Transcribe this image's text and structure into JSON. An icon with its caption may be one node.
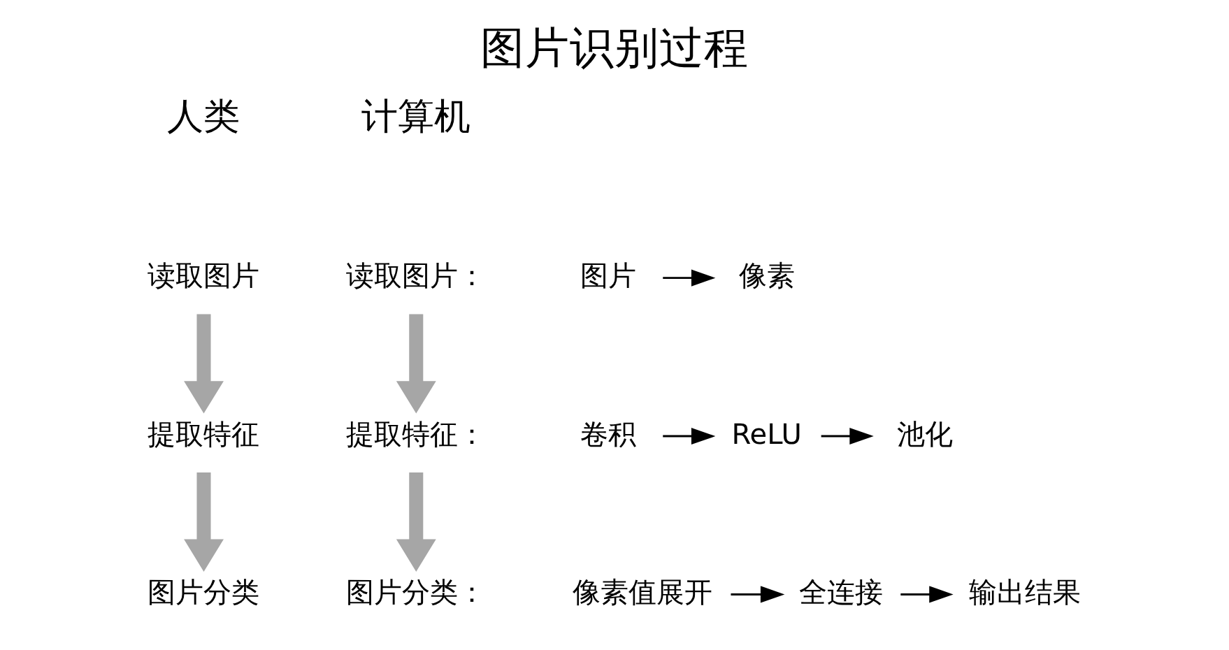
{
  "diagram": {
    "title": "图片识别过程",
    "nodes": [
      {
        "text": [
          "人类"
        ]
      },
      {
        "text": [
          "读取图片"
        ]
      },
      {
        "text": [
          "提取特征"
        ]
      },
      {
        "text": [
          "图片分类"
        ]
      },
      {
        "text": [
          "计算机"
        ]
      },
      {
        "text": [
          "读取图片："
        ]
      },
      {
        "text": [
          "图片"
        ]
      },
      {
        "text": [
          "像素"
        ]
      },
      {
        "text": [
          "提取特征："
        ]
      },
      {
        "text": [
          "卷积"
        ]
      },
      {
        "text": [
          "ReLU"
        ]
      },
      {
        "text": [
          "池化"
        ]
      },
      {
        "text": [
          "图片分类："
        ]
      },
      {
        "text": [
          "像素值展开"
        ]
      },
      {
        "text": [
          "全连接"
        ]
      },
      {
        "text": [
          "输出结果"
        ]
      }
    ],
    "edges": [
      {
        "from": 1,
        "to": 2,
        "arrow": "to",
        "style": "thick",
        "color": "#a6a6a6"
      },
      {
        "from": 2,
        "to": 3,
        "arrow": "to",
        "style": "thick",
        "color": "#a6a6a6"
      },
      {
        "from": 5,
        "to": 8,
        "arrow": "to",
        "style": "thick",
        "color": "#a6a6a6"
      },
      {
        "from": 8,
        "to": 12,
        "arrow": "to",
        "style": "thick",
        "color": "#a6a6a6"
      },
      {
        "from": 6,
        "to": 7,
        "arrow": "to"
      },
      {
        "from": 9,
        "to": 10,
        "arrow": "to"
      },
      {
        "from": 10,
        "to": 11,
        "arrow": "to"
      },
      {
        "from": 13,
        "to": 14,
        "arrow": "to"
      },
      {
        "from": 14,
        "to": 15,
        "arrow": "to"
      }
    ]
  }
}
